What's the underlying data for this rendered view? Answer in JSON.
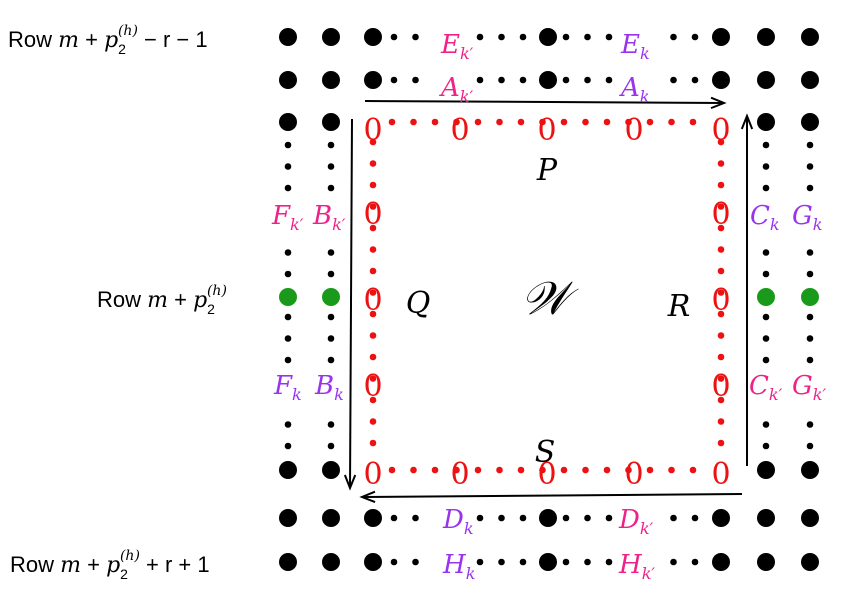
{
  "colors": {
    "black": "#000000",
    "zero": "#ee1111",
    "green": "#1a9a1a",
    "purple": "#9933ee",
    "magenta": "#ee2288"
  },
  "row_labels": {
    "top": {
      "prefix": "Row ",
      "var": "m",
      "plus": " + ",
      "p": "p",
      "sub": "2",
      "sup": "(h)",
      "suffix": " − r − 1"
    },
    "middle": {
      "prefix": "Row ",
      "var": "m",
      "plus": " + ",
      "p": "p",
      "sub": "2",
      "sup": "(h)",
      "suffix": ""
    },
    "bottom": {
      "prefix": "Row ",
      "var": "m",
      "plus": " + ",
      "p": "p",
      "sub": "2",
      "sup": "(h)",
      "suffix": " + r + 1"
    }
  },
  "center_label": "𝒲",
  "side_labels": {
    "P": "P",
    "Q": "Q",
    "R": "R",
    "S": "S"
  },
  "zero_value": "0",
  "block_labels": {
    "E_prime": {
      "base": "E",
      "sub": "k′",
      "color": "magenta"
    },
    "E": {
      "base": "E",
      "sub": "k",
      "color": "purple"
    },
    "A_prime": {
      "base": "A",
      "sub": "k′",
      "color": "magenta"
    },
    "A": {
      "base": "A",
      "sub": "k",
      "color": "purple"
    },
    "F_prime": {
      "base": "F",
      "sub": "k′",
      "color": "magenta"
    },
    "B_prime": {
      "base": "B",
      "sub": "k′",
      "color": "magenta"
    },
    "C": {
      "base": "C",
      "sub": "k",
      "color": "purple"
    },
    "G": {
      "base": "G",
      "sub": "k",
      "color": "purple"
    },
    "F": {
      "base": "F",
      "sub": "k",
      "color": "purple"
    },
    "B": {
      "base": "B",
      "sub": "k",
      "color": "purple"
    },
    "C_prime": {
      "base": "C",
      "sub": "k′",
      "color": "magenta"
    },
    "G_prime": {
      "base": "G",
      "sub": "k′",
      "color": "magenta"
    },
    "D": {
      "base": "D",
      "sub": "k",
      "color": "purple"
    },
    "D_prime": {
      "base": "D",
      "sub": "k′",
      "color": "magenta"
    },
    "H": {
      "base": "H",
      "sub": "k",
      "color": "purple"
    },
    "H_prime": {
      "base": "H",
      "sub": "k′",
      "color": "magenta"
    }
  }
}
